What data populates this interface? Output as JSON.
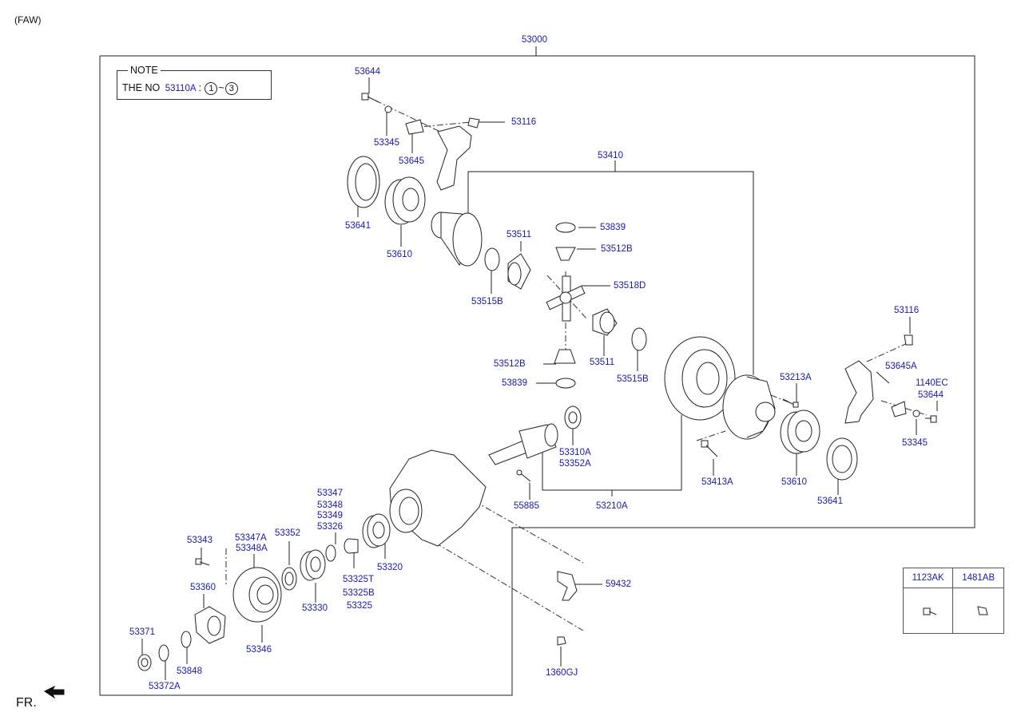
{
  "header": {
    "variant": "(FAW)"
  },
  "note": {
    "title": "NOTE",
    "prefix": "THE NO",
    "code": "53110A",
    "colon": ":",
    "from": "1",
    "tilde": "~",
    "to": "3"
  },
  "labels": {
    "l53000": "53000",
    "l53644_top": "53644",
    "l53345_top": "53345",
    "l53645": "53645",
    "l53116_top": "53116",
    "l53641_left": "53641",
    "l53610_left": "53610",
    "l53410": "53410",
    "l53839_top": "53839",
    "l53512B_top": "53512B",
    "l53511_left": "53511",
    "l53518D": "53518D",
    "l53515B_left": "53515B",
    "l53512B_bottom": "53512B",
    "l53511_right": "53511",
    "l53515B_right": "53515B",
    "l53839_bottom": "53839",
    "l53310A": "53310A",
    "l53352A": "53352A",
    "l55885": "55885",
    "l53210A": "53210A",
    "l53413A": "53413A",
    "l53213A": "53213A",
    "l53610_right": "53610",
    "l53641_right": "53641",
    "l53116_right": "53116",
    "l53645A": "53645A",
    "l1140EC": "1140EC",
    "l53644_right": "53644",
    "l53345_right": "53345",
    "l53347": "53347",
    "l53348": "53348",
    "l53349": "53349",
    "l53326": "53326",
    "l53343": "53343",
    "l53347A": "53347A",
    "l53348A": "53348A",
    "l53352": "53352",
    "l53325T": "53325T",
    "l53325B": "53325B",
    "l53325": "53325",
    "l53320": "53320",
    "l53330": "53330",
    "l53360": "53360",
    "l53346": "53346",
    "l53371": "53371",
    "l53848": "53848",
    "l53372A": "53372A",
    "l59432": "59432",
    "l1360GJ": "1360GJ"
  },
  "legend_table": {
    "col1": "1123AK",
    "col2": "1481AB"
  },
  "footer": {
    "direction": "FR."
  }
}
